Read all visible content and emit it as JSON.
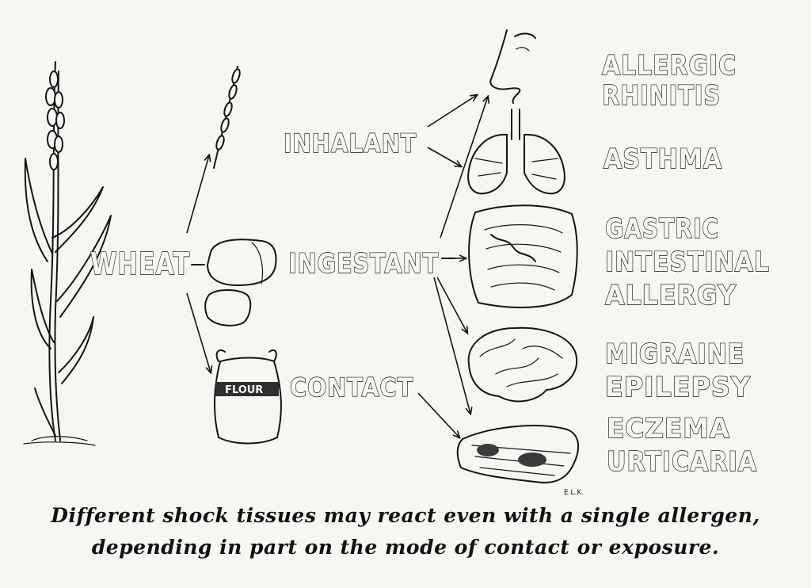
{
  "source": "WHEAT",
  "modes": {
    "inhalant": "INHALANT",
    "ingestant": "INGESTANT",
    "contact": "CONTACT"
  },
  "reactions": {
    "nose": [
      "ALLERGIC",
      "RHINITIS"
    ],
    "lungs": [
      "ASTHMA"
    ],
    "intestine": [
      "GASTRIC",
      "INTESTINAL",
      "ALLERGY"
    ],
    "brain": [
      "MIGRAINE",
      "EPILEPSY"
    ],
    "skin": [
      "ECZEMA",
      "URTICARIA"
    ]
  },
  "bag_label": "FLOUR",
  "signature": "E.L.K.",
  "caption": [
    "Different shock tissues may react even with a single allergen,",
    "depending in part on the mode of contact or exposure."
  ]
}
